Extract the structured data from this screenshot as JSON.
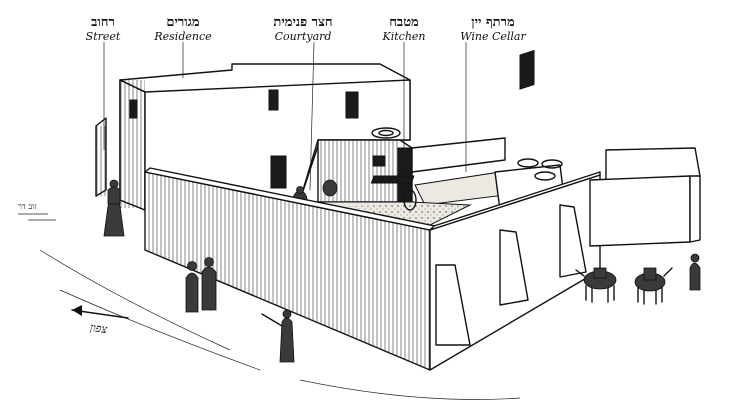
{
  "labels": {
    "street": {
      "he": "רחוב",
      "en": "Street"
    },
    "residence": {
      "he": "מגורים",
      "en": "Residence"
    },
    "courtyard": {
      "he": "חצר פנימית",
      "en": "Courtyard"
    },
    "kitchen": {
      "he": "מטבח",
      "en": "Kitchen"
    },
    "cellar": {
      "he": "מרתף יין",
      "en": "Wine Cellar"
    }
  },
  "signature": "זוב דר",
  "north_arrow_text": "צפון"
}
